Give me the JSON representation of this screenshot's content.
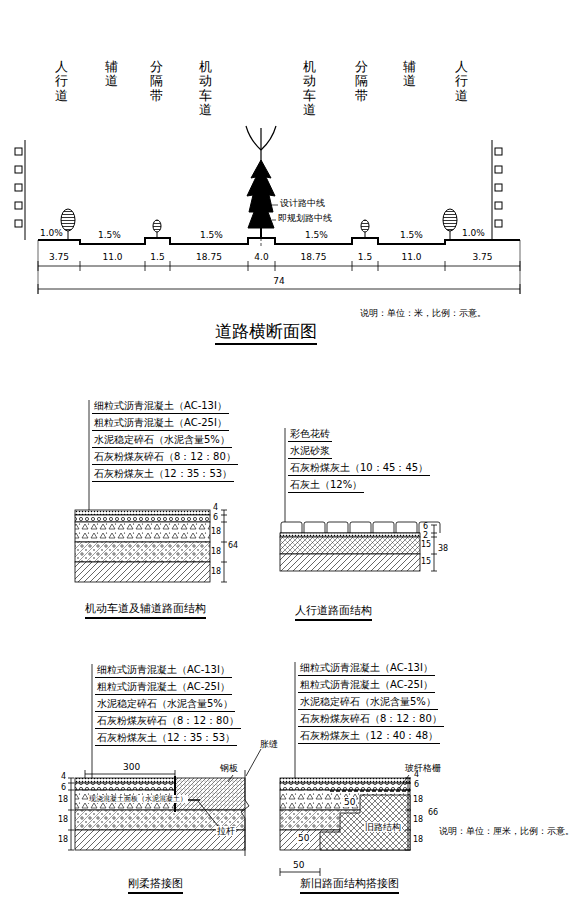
{
  "diagram": {
    "title": "道路横断面图",
    "labels": [
      "人行道",
      "辅道",
      "分隔带",
      "机动车道",
      "机动车道",
      "分隔带",
      "辅道",
      "人行道",
      "1.0%",
      "1.5%",
      "1.5%",
      "1.5%",
      "1.5%",
      "1.0%",
      "设计路中线",
      "即规划路中线",
      "3.75",
      "11.0",
      "1.5",
      "18.75",
      "4.0",
      "18.75",
      "1.5",
      "11.0",
      "3.75",
      "74",
      "说明：单位：米，比例：示意。",
      "细粒式沥青混凝土（AC-13I）",
      "粗粒式沥青混凝土（AC-25I）",
      "水泥稳定碎石（水泥含量5%）",
      "石灰粉煤灰碎石（8：12：80）",
      "石灰粉煤灰土（12：35：53）",
      "4",
      "6",
      "18",
      "18",
      "18",
      "64",
      "机动车道及辅道路面结构",
      "彩色花砖",
      "水泥砂浆",
      "石灰粉煤灰土（10：45：45）",
      "石灰土（12%）",
      "6",
      "2",
      "15",
      "15",
      "38",
      "人行道路面结构",
      "细粒式沥青混凝土（AC-13I）",
      "粗粒式沥青混凝土（AC-25I）",
      "水泥稳定碎石（水泥含量5%）",
      "石灰粉煤灰碎石（8：12：80）",
      "石灰粉煤灰土（12：35：53）",
      "胀缝",
      "300",
      "钢板",
      "现浇混凝土面板（水泥混凝土）",
      "拉杆",
      "18",
      "18",
      "18",
      "6",
      "4",
      "刚柔搭接图",
      "细粒式沥青混凝土（AC-13I）",
      "粗粒式沥青混凝土（AC-25I）",
      "水泥稳定碎石（水泥含量5%）",
      "石灰粉煤灰碎石（8：12：80）",
      "石灰粉煤灰土（12：40：48）",
      "玻纤格栅",
      "旧路结构",
      "50",
      "50",
      "50",
      "4",
      "6",
      "18",
      "18",
      "18",
      "66",
      "新旧路面结构搭接图",
      "说明：单位：厘米，比例：示意。"
    ]
  }
}
